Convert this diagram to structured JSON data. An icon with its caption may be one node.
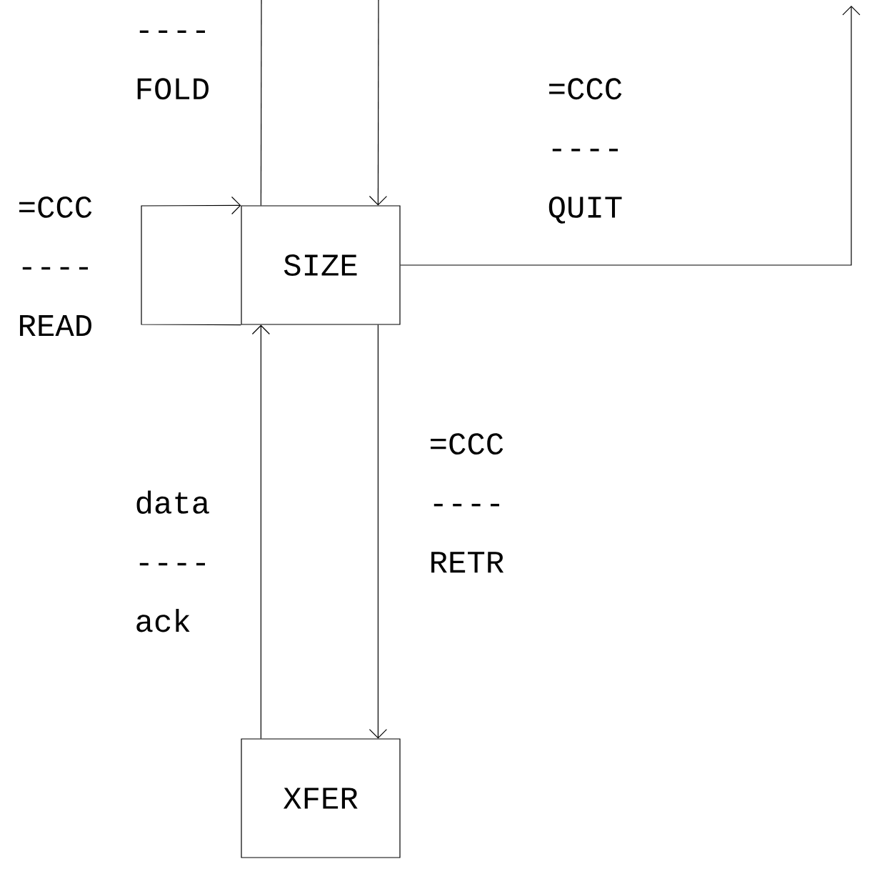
{
  "diagram": {
    "nodes": [
      {
        "text": [
          "SIZE"
        ]
      },
      {
        "text": [
          "XFER"
        ]
      }
    ],
    "edges": [
      {
        "from": 0,
        "to": null,
        "arrow": "none",
        "label": "---- FOLD"
      },
      {
        "from": null,
        "to": 0,
        "arrow": "to"
      },
      {
        "from": 0,
        "to": 0,
        "arrow": "to",
        "label": "=CCC ---- READ"
      },
      {
        "from": 0,
        "to": null,
        "arrow": "to",
        "label": "=CCC ---- QUIT"
      },
      {
        "from": 1,
        "to": 0,
        "arrow": "to",
        "label": "data ---- ack"
      },
      {
        "from": 0,
        "to": 1,
        "arrow": "to",
        "label": "=CCC ---- RETR"
      }
    ]
  }
}
